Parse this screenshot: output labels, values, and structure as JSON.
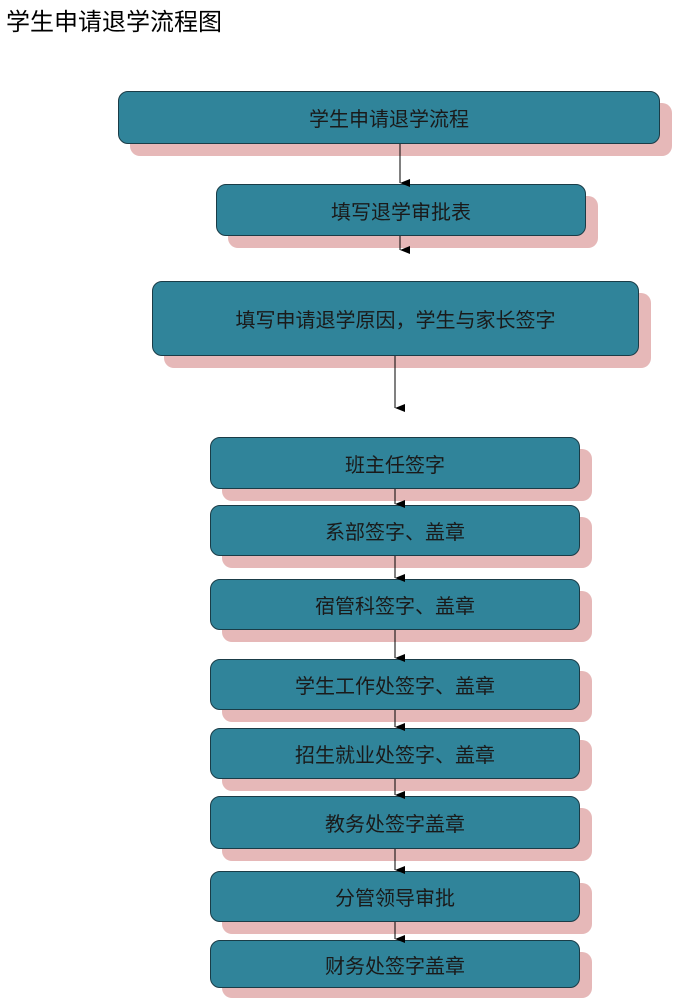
{
  "title": "学生申请退学流程图",
  "steps": [
    {
      "id": "start",
      "label": "学生申请退学流程"
    },
    {
      "id": "form",
      "label": "填写退学审批表"
    },
    {
      "id": "reason",
      "label": "填写申请退学原因，学生与家长签字"
    },
    {
      "id": "head-teacher",
      "label": "班主任签字"
    },
    {
      "id": "department",
      "label": "系部签字、盖章"
    },
    {
      "id": "dormitory",
      "label": "宿管科签字、盖章"
    },
    {
      "id": "student-affairs",
      "label": "学生工作处签字、盖章"
    },
    {
      "id": "admissions",
      "label": "招生就业处签字、盖章"
    },
    {
      "id": "academic-affairs",
      "label": "教务处签字盖章"
    },
    {
      "id": "leader",
      "label": "分管领导审批"
    },
    {
      "id": "finance",
      "label": "财务处签字盖章"
    }
  ],
  "colors": {
    "box_fill": "#30849a",
    "box_border": "#1a3c47",
    "shadow": "#e6b8b8",
    "text": "#1a1a1a",
    "arrow": "#000000"
  }
}
